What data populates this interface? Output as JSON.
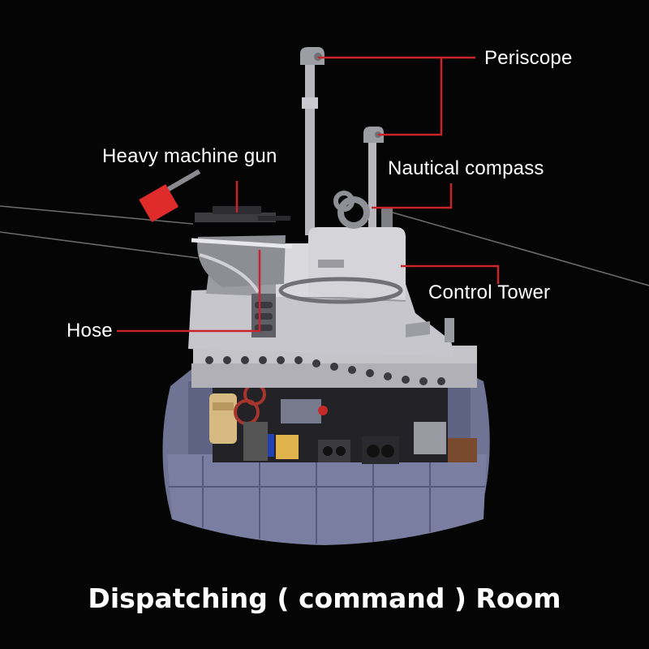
{
  "labels": {
    "periscope": "Periscope",
    "heavy_machine_gun": "Heavy machine gun",
    "nautical_compass": "Nautical compass",
    "control_tower": "Control Tower",
    "hose": "Hose"
  },
  "caption": "Dispatching ( command ) Room",
  "colors": {
    "background": "#000000",
    "callout_line": "#c8252a",
    "hull": "#6f7394",
    "tower": "#cfcfd4",
    "flag": "#e02b2b"
  }
}
